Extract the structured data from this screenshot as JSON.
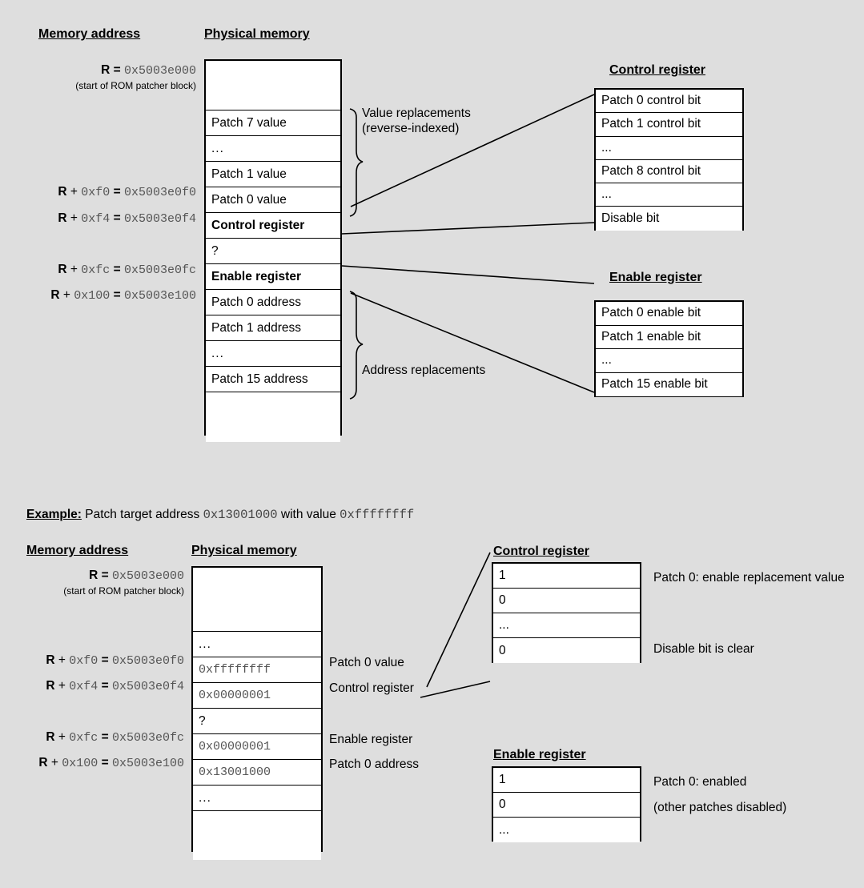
{
  "top": {
    "headers": {
      "memory_address": "Memory address",
      "physical_memory": "Physical memory",
      "control_register": "Control register",
      "enable_register": "Enable register"
    },
    "address_labels": [
      {
        "r": "R",
        "op": "",
        "offset": "",
        "eq": "=",
        "value": "0x5003e000",
        "note": "(start of ROM patcher block)"
      },
      {
        "r": "R",
        "op": "+",
        "offset": "0xf0",
        "eq": "=",
        "value": "0x5003e0f0",
        "note": ""
      },
      {
        "r": "R",
        "op": "+",
        "offset": "0xf4",
        "eq": "=",
        "value": "0x5003e0f4",
        "note": ""
      },
      {
        "r": "R",
        "op": "+",
        "offset": "0xfc",
        "eq": "=",
        "value": "0x5003e0fc",
        "note": ""
      },
      {
        "r": "R",
        "op": "+",
        "offset": "0x100",
        "eq": "=",
        "value": "0x5003e100",
        "note": ""
      }
    ],
    "memory_rows": [
      {
        "text": "",
        "bold": false,
        "tall": true
      },
      {
        "text": "Patch 7 value",
        "bold": false,
        "tall": false
      },
      {
        "text": "...",
        "bold": false,
        "tall": false
      },
      {
        "text": "Patch 1 value",
        "bold": false,
        "tall": false
      },
      {
        "text": "Patch 0 value",
        "bold": false,
        "tall": false
      },
      {
        "text": "Control register",
        "bold": true,
        "tall": false
      },
      {
        "text": "?",
        "bold": false,
        "tall": false
      },
      {
        "text": "Enable register",
        "bold": true,
        "tall": false
      },
      {
        "text": "Patch 0 address",
        "bold": false,
        "tall": false
      },
      {
        "text": "Patch 1 address",
        "bold": false,
        "tall": false
      },
      {
        "text": "...",
        "bold": false,
        "tall": false
      },
      {
        "text": "Patch 15 address",
        "bold": false,
        "tall": false
      },
      {
        "text": "",
        "bold": false,
        "tall": true
      }
    ],
    "brace_labels": {
      "value_replacements_line1": "Value replacements",
      "value_replacements_line2": "(reverse-indexed)",
      "address_replacements": "Address replacements"
    },
    "control_register_rows": [
      "Patch 0 control bit",
      "Patch 1 control bit",
      "...",
      "Patch 8 control bit",
      "...",
      "Disable bit"
    ],
    "enable_register_rows": [
      "Patch 0 enable bit",
      "Patch 1 enable bit",
      "...",
      "Patch 15 enable bit"
    ]
  },
  "example": {
    "title_label": "Example:",
    "title_text_1": "Patch target address",
    "title_addr": "0x13001000",
    "title_text_2": "with value",
    "title_value": "0xffffffff",
    "headers": {
      "memory_address": "Memory address",
      "physical_memory": "Physical memory",
      "control_register": "Control register",
      "enable_register": "Enable register"
    },
    "address_labels": [
      {
        "r": "R",
        "op": "",
        "offset": "",
        "eq": "=",
        "value": "0x5003e000",
        "note": "(start of ROM patcher block)"
      },
      {
        "r": "R",
        "op": "+",
        "offset": "0xf0",
        "eq": "=",
        "value": "0x5003e0f0",
        "note": ""
      },
      {
        "r": "R",
        "op": "+",
        "offset": "0xf4",
        "eq": "=",
        "value": "0x5003e0f4",
        "note": ""
      },
      {
        "r": "R",
        "op": "+",
        "offset": "0xfc",
        "eq": "=",
        "value": "0x5003e0fc",
        "note": ""
      },
      {
        "r": "R",
        "op": "+",
        "offset": "0x100",
        "eq": "=",
        "value": "0x5003e100",
        "note": ""
      }
    ],
    "memory_rows": [
      {
        "text": "",
        "mono": false,
        "tall": true
      },
      {
        "text": "...",
        "mono": false,
        "tall": false
      },
      {
        "text": "0xffffffff",
        "mono": true,
        "tall": false
      },
      {
        "text": "0x00000001",
        "mono": true,
        "tall": false
      },
      {
        "text": "?",
        "mono": false,
        "tall": false
      },
      {
        "text": "0x00000001",
        "mono": true,
        "tall": false
      },
      {
        "text": "0x13001000",
        "mono": true,
        "tall": false
      },
      {
        "text": "...",
        "mono": false,
        "tall": false
      },
      {
        "text": "",
        "mono": false,
        "tall": true
      }
    ],
    "row_annotations": [
      "Patch 0 value",
      "Control register",
      "Enable register",
      "Patch 0 address"
    ],
    "control_register_rows": [
      "1",
      "0",
      "...",
      "0"
    ],
    "control_register_notes": [
      "Patch 0: enable replacement value",
      "Disable bit is clear"
    ],
    "enable_register_rows": [
      "1",
      "0",
      "..."
    ],
    "enable_register_notes": [
      "Patch 0: enabled",
      "(other patches disabled)"
    ]
  },
  "colors": {
    "background": "#dedede",
    "box_fill": "#ffffff",
    "stroke": "#000000",
    "mono_text": "#555555"
  }
}
